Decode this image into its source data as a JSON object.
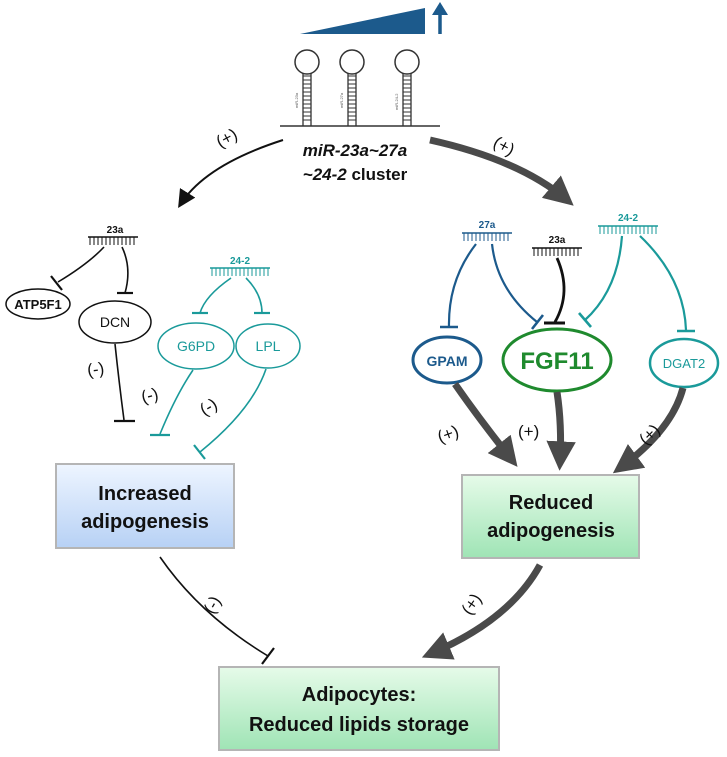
{
  "cluster": {
    "title_line1": "miR-23a~27a",
    "title_line2_italic": "~24-2",
    "title_line2_rest": " cluster",
    "hairpin_labels": [
      "miR-23a",
      "miR-27a",
      "miR-24-2"
    ]
  },
  "signs": {
    "plus": "(+)",
    "minus": "(-)"
  },
  "mirnas": {
    "left_23a": "23a",
    "left_24_2": "24-2",
    "right_27a": "27a",
    "right_23a": "23a",
    "right_24_2": "24-2"
  },
  "genes": {
    "atp5f1": "ATP5F1",
    "dcn": "DCN",
    "g6pd": "G6PD",
    "lpl": "LPL",
    "gpam": "GPAM",
    "fgf11": "FGF11",
    "dgat2": "DGAT2"
  },
  "boxes": {
    "increased_line1": "Increased",
    "increased_line2": "adipogenesis",
    "reduced_line1": "Reduced",
    "reduced_line2": "adipogenesis",
    "adipocytes_line1": "Adipocytes:",
    "adipocytes_line2": "Reduced lipids storage"
  },
  "colors": {
    "black": "#111111",
    "teal": "#1a9a9a",
    "navy": "#1c5a8c",
    "green": "#1f8a2e",
    "gray_arrow": "#4a4a4a",
    "blue_box": "#c9defa",
    "green_box": "#b8edc9"
  }
}
